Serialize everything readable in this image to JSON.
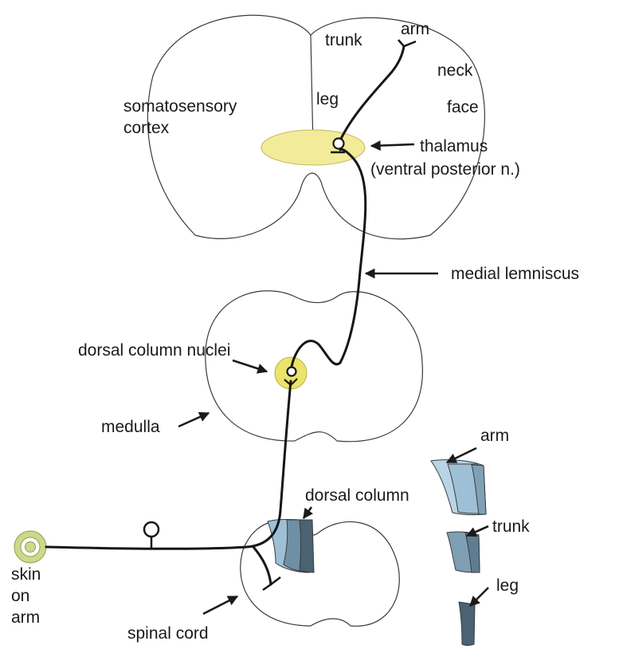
{
  "labels": {
    "trunk_cortex": "trunk",
    "arm_cortex": "arm",
    "neck": "neck",
    "leg_cortex": "leg",
    "face": "face",
    "somatosensory": "somatosensory",
    "cortex": "cortex",
    "thalamus": "thalamus",
    "ventral_posterior": "(ventral posterior n.)",
    "medial_lemniscus": "medial lemniscus",
    "dorsal_column_nuclei": "dorsal column nuclei",
    "medulla": "medulla",
    "dorsal_column": "dorsal column",
    "arm_side": "arm",
    "trunk_side": "trunk",
    "leg_side": "leg",
    "skin": "skin",
    "on": "on",
    "arm_skin": "arm",
    "spinal_cord": "spinal cord"
  },
  "colors": {
    "thalamus_fill": "#f2ec9a",
    "nucleus_fill": "#ece36a",
    "skin_outer": "#cbd98a",
    "column_arm": "#9dc0d6",
    "column_trunk": "#6f8fa6",
    "column_leg": "#4a6272"
  }
}
